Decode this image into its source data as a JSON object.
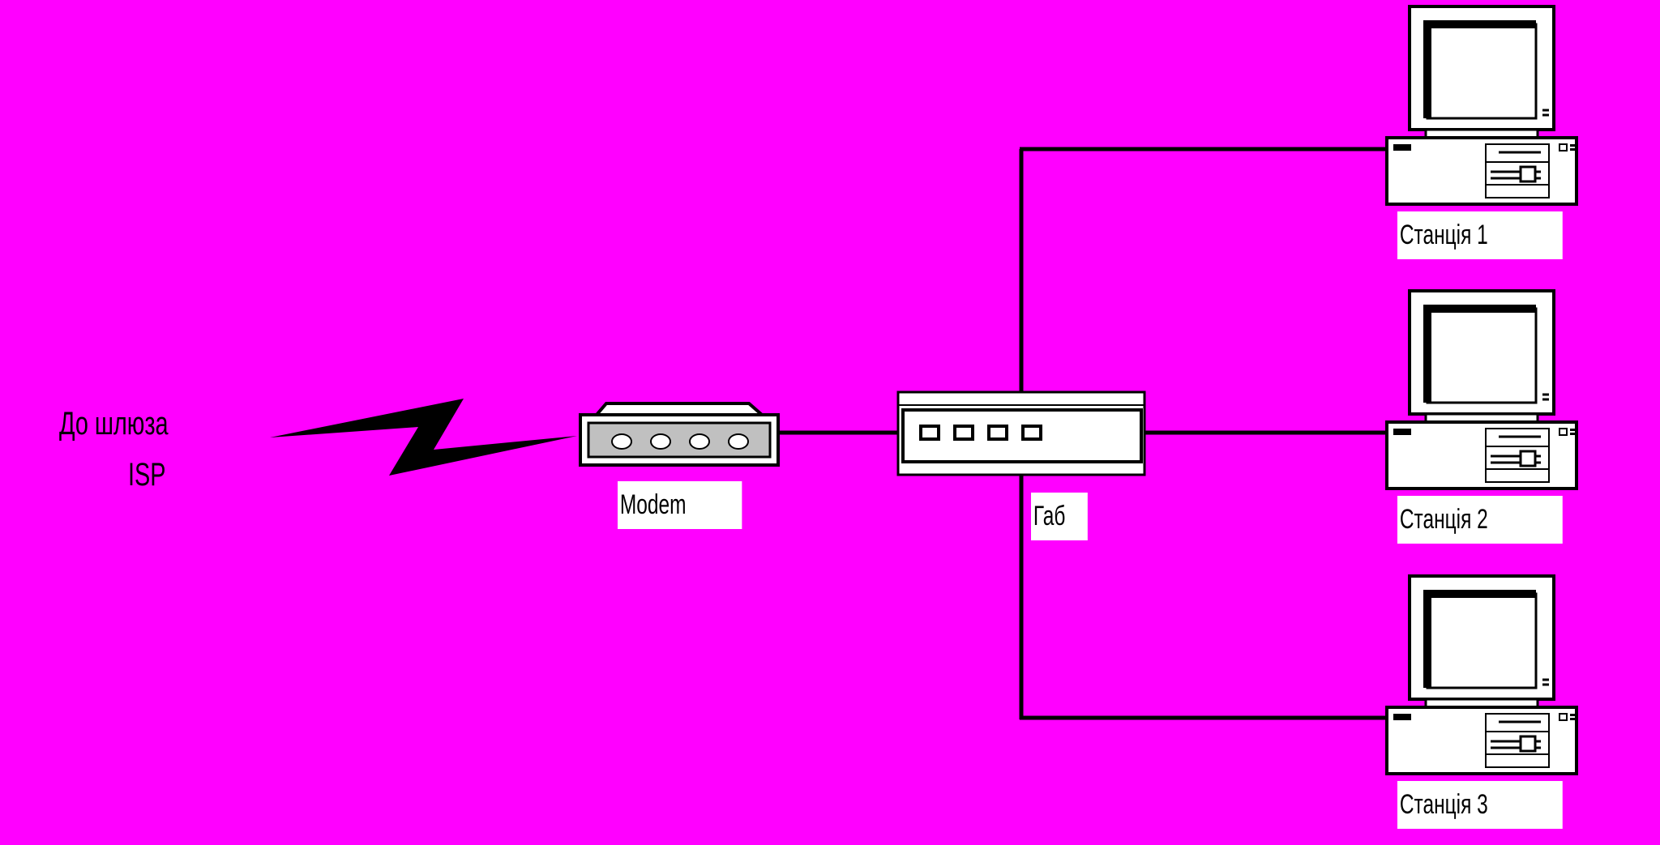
{
  "colors": {
    "background": "#ff00ff",
    "line": "#000000",
    "device_fill": "#ffffff",
    "modem_panel": "#c0c0c0"
  },
  "isp": {
    "line1": "До шлюза",
    "line2": "ISP"
  },
  "modem": {
    "label": "Modem"
  },
  "hub": {
    "label": "Габ"
  },
  "stations": [
    {
      "label": "Станція 1"
    },
    {
      "label": "Станція 2"
    },
    {
      "label": "Станція 3"
    }
  ],
  "icons": [
    "lightning-icon",
    "modem-icon",
    "hub-icon",
    "computer-icon"
  ]
}
